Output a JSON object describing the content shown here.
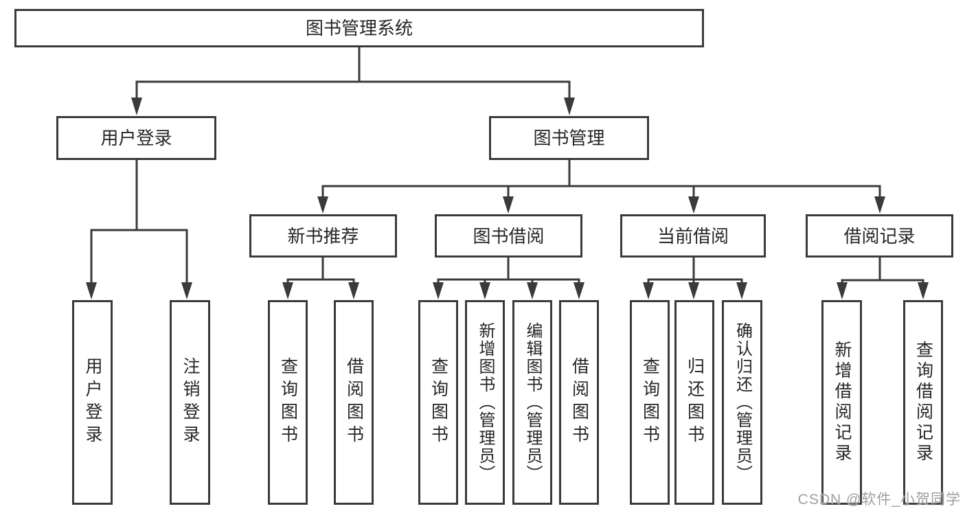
{
  "diagram": {
    "root": {
      "label": "图书管理系统"
    },
    "level2": {
      "user_login": {
        "label": "用户登录"
      },
      "book_mgmt": {
        "label": "图书管理"
      }
    },
    "level3": {
      "new_book_rec": {
        "label": "新书推荐"
      },
      "book_borrow": {
        "label": "图书借阅"
      },
      "current_borrow": {
        "label": "当前借阅"
      },
      "borrow_records": {
        "label": "借阅记录"
      }
    },
    "leaves": {
      "user_login_leaf": {
        "label": "用户登录"
      },
      "logout": {
        "label": "注销登录"
      },
      "nb_query_books": {
        "label": "查询图书"
      },
      "nb_borrow_books": {
        "label": "借阅图书"
      },
      "bb_query_books": {
        "label": "查询图书"
      },
      "bb_add_books": {
        "label": "新增图书（管理员）"
      },
      "bb_edit_books": {
        "label": "编辑图书（管理员）"
      },
      "bb_borrow_books": {
        "label": "借阅图书"
      },
      "cb_query_books": {
        "label": "查询图书"
      },
      "cb_return_books": {
        "label": "归还图书"
      },
      "cb_confirm_return": {
        "label": "确认归还（管理员）"
      },
      "br_add_record": {
        "label": "新增借阅记录"
      },
      "br_query_record": {
        "label": "查询借阅记录"
      }
    },
    "watermark": "CSDN @软件_小贺同学",
    "colors": {
      "line": "#3a3a3a",
      "text": "#262626",
      "watermark": "#9e9e9e",
      "background": "#ffffff"
    }
  }
}
